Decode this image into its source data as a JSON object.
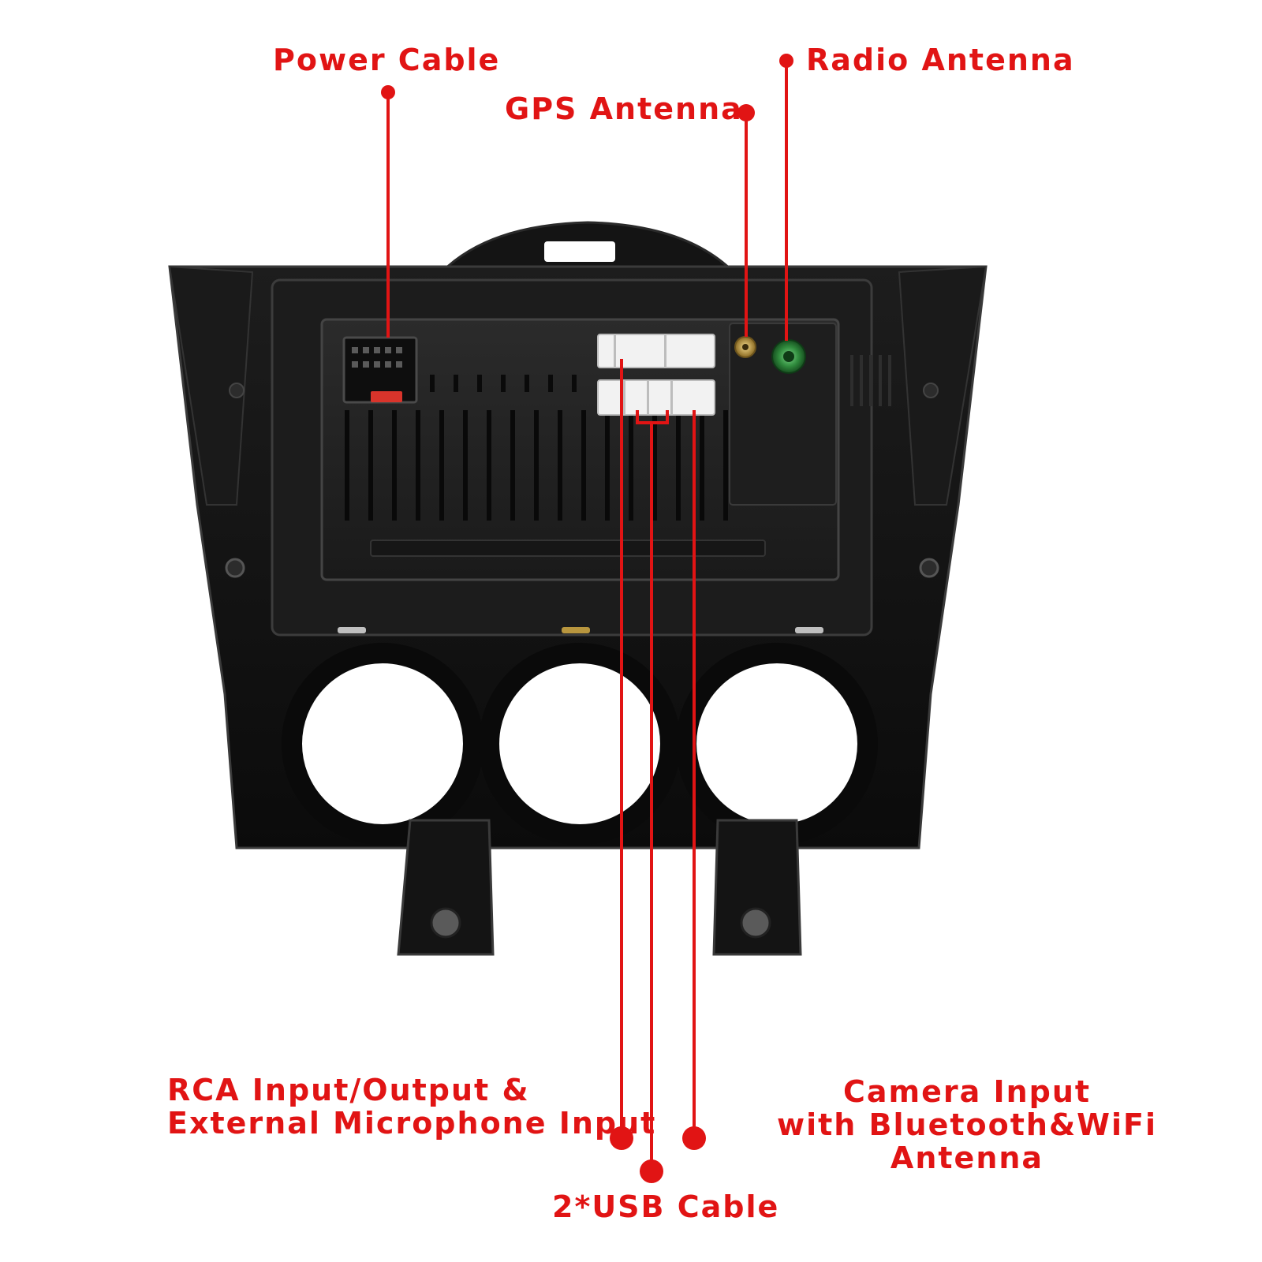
{
  "labels": {
    "power_cable": "Power Cable",
    "gps_antenna": "GPS Antenna",
    "radio_antenna": "Radio Antenna",
    "rca_line1": "RCA Input/Output &",
    "rca_line2": "External Microphone Input",
    "camera_line1": "Camera Input",
    "camera_line2": "with Bluetooth&WiFi Antenna",
    "usb_cable": "2*USB Cable"
  },
  "colors": {
    "callout": "#e11414",
    "unit_body": "#151515",
    "connector_white": "#f2f2f2",
    "radio_port_green": "#2f8a3c",
    "gps_port_gold": "#b8963e",
    "fuse_red": "#d9342b"
  }
}
